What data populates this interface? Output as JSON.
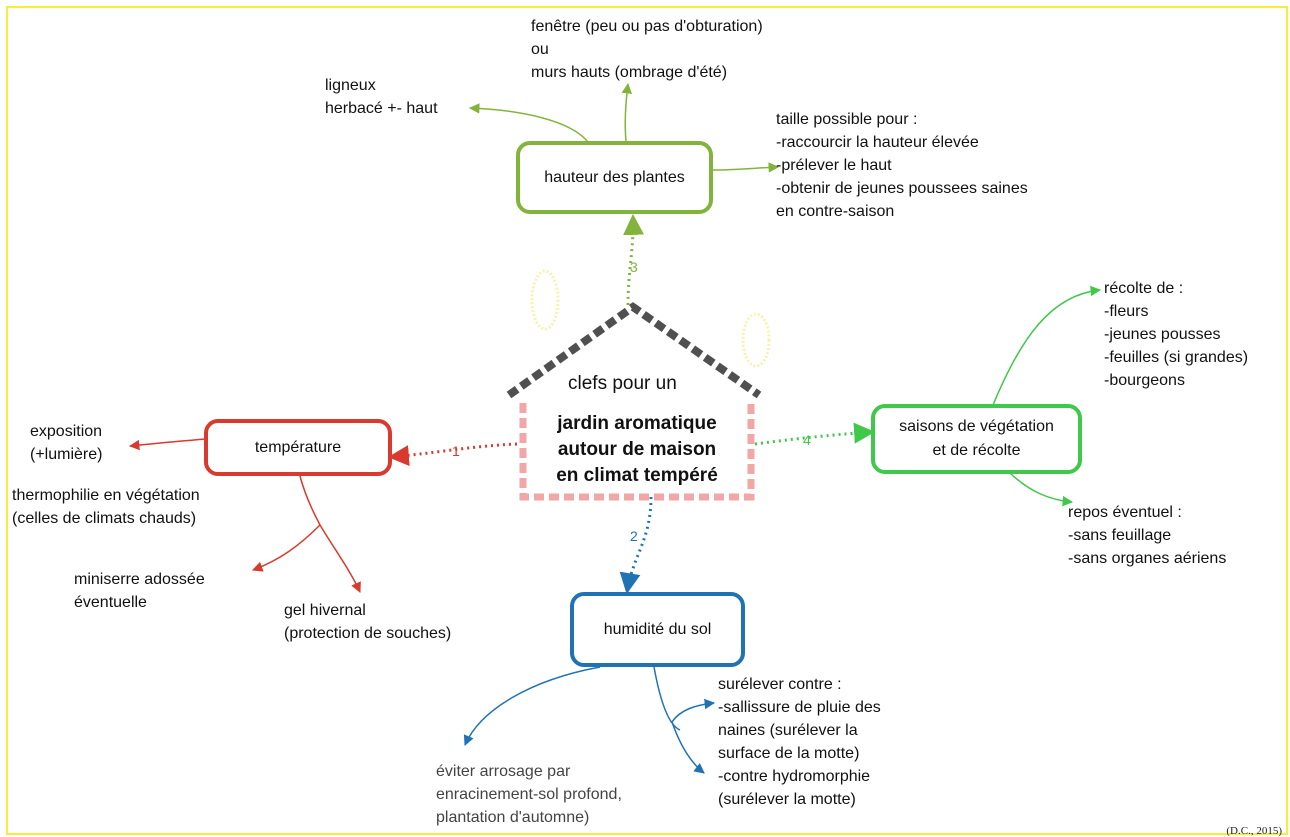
{
  "center": {
    "roof_text": "clefs pour un",
    "title": "jardin aromatique\nautour de maison\nen climat tempéré"
  },
  "nodes": {
    "temperature": "température",
    "hauteur": "hauteur des plantes",
    "humidite": "humidité du sol",
    "saisons": "saisons de végétation\net de récolte"
  },
  "edge_labels": {
    "e1": "1",
    "e2": "2",
    "e3": "3",
    "e4": "4"
  },
  "notes": {
    "exposition": "exposition\n(+lumière)",
    "thermophilie": "thermophilie en végétation\n(celles de climats chauds)",
    "miniserre": "miniserre adossée\néventuelle",
    "gel": "gel hivernal\n(protection de souches)",
    "ligneux": "ligneux\nherbacé +- haut",
    "fenetre": "fenêtre (peu ou pas d'obturation)\nou\nmurs hauts (ombrage d'été)",
    "taille": "taille possible pour :\n-raccourcir la hauteur élevée\n-prélever le haut\n-obtenir de jeunes poussees saines\nen contre-saison",
    "recolte": "récolte de :\n-fleurs\n-jeunes pousses\n-feuilles (si grandes)\n-bourgeons",
    "repos": "repos éventuel :\n-sans feuillage\n-sans organes aériens",
    "surelever": "surélever contre :\n-sallissure de pluie des\nnaines (surélever la\nsurface de la motte)\n-contre hydromorphie\n(surélever la motte)",
    "arrosage": "éviter arrosage par\nenracinement-sol profond,\nplantation d'automne)"
  },
  "credit": "(D.C., 2015)",
  "colors": {
    "temperature": "#d93a2f",
    "hauteur": "#82b43c",
    "humidite": "#1f73b5",
    "saisons": "#3fc84a",
    "house_roof": "#505050",
    "house_walls": "#f2a6a6",
    "frame": "#f5ef3a"
  }
}
